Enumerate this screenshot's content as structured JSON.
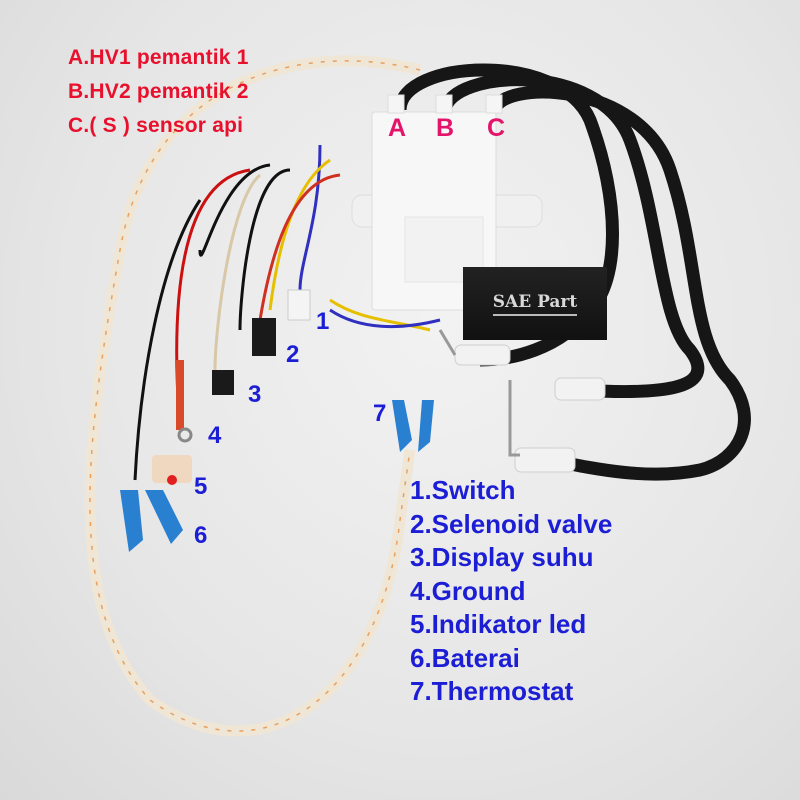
{
  "legend_top": [
    "A.HV1 pemantik 1",
    "B.HV2 pemantik 2",
    "C.( S ) sensor api"
  ],
  "module_ports": [
    "A",
    "B",
    "C"
  ],
  "watermark": "SAE Part",
  "callout_numbers": [
    "1",
    "2",
    "3",
    "4",
    "5",
    "6",
    "7"
  ],
  "legend_list": [
    "1.Switch",
    "2.Selenoid valve",
    "3.Display suhu",
    "4.Ground",
    "5.Indikator led",
    "6.Baterai",
    "7.Thermostat"
  ],
  "colors": {
    "red_text": "#e8102c",
    "port_text": "#e3146a",
    "blue_text": "#1c1ed6"
  }
}
